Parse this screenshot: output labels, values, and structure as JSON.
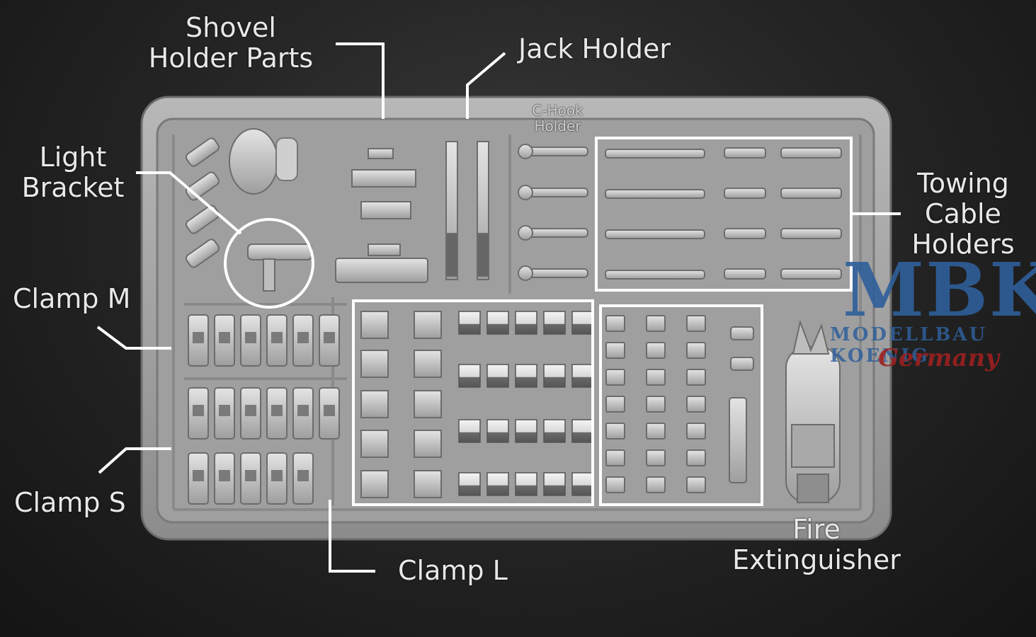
{
  "labels": {
    "shovel_holder": "Shovel\nHolder Parts",
    "jack_holder": "Jack Holder",
    "c_hook_holder": "C-Hook\nHolder",
    "light_bracket": "Light\nBracket",
    "towing_cable": "Towing\nCable\nHolders",
    "clamp_m": "Clamp M",
    "clamp_s": "Clamp S",
    "clamp_l": "Clamp L",
    "fire_extinguisher": "Fire\nExtinguisher"
  },
  "watermark": {
    "brand": "MBK",
    "sub": "MODELLBAU KOENIG",
    "script": "Germany"
  },
  "colors": {
    "frame": "#9a9a9a",
    "part": "#c9c9c9",
    "callout_line": "#ffffff",
    "brand_blue": "#2f5f9a",
    "brand_red": "#9c2020"
  }
}
